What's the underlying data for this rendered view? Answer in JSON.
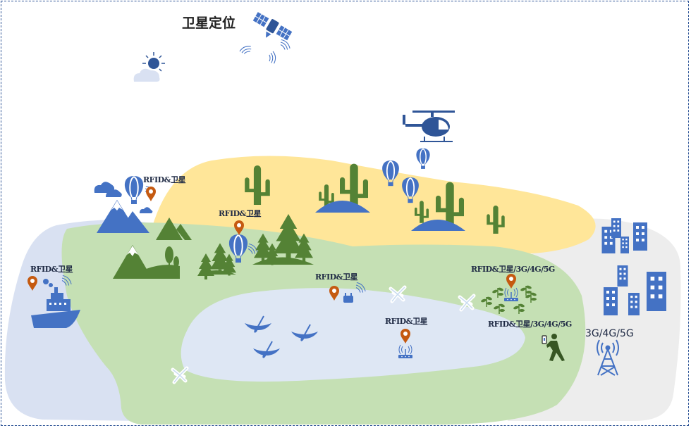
{
  "title": "卫星定位",
  "labels": {
    "rfid_sat": "RFID&卫星",
    "rfid_sat_net": "RFID&卫星/3G/4G/5G",
    "net": "3G/4G/5G"
  },
  "colors": {
    "blue": "#4472c4",
    "green": "#548235",
    "orange": "#c55a11",
    "desert": "#ffe699",
    "grass": "#c5e0b4",
    "lake": "#dee7f4",
    "city": "#ededed",
    "sea": "#d9e1f2"
  }
}
